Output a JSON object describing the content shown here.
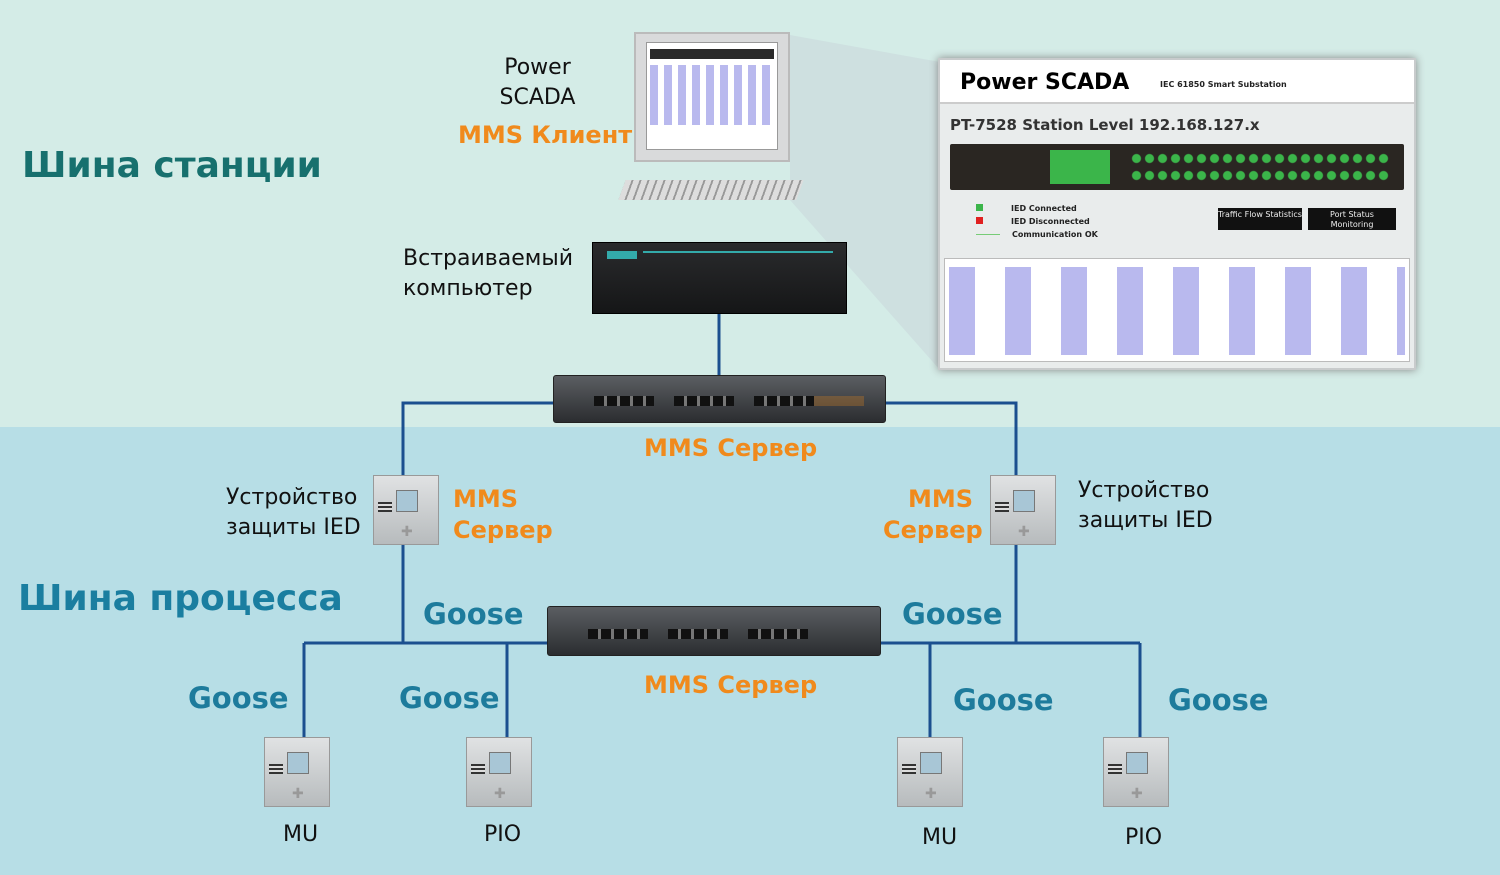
{
  "station_bus": {
    "title": "Шина станции",
    "color": "#17706e"
  },
  "process_bus": {
    "title": "Шина процесса",
    "color": "#1a7ea0"
  },
  "scada_client": {
    "line1": "Power",
    "line2": "SCADA",
    "role": "MMS Клиент"
  },
  "embedded_computer": {
    "line1": "Встраиваемый",
    "line2": "компьютер"
  },
  "station_switch": {
    "role": "MMS Сервер"
  },
  "process_switch": {
    "role": "MMS Сервер"
  },
  "ied_left": {
    "line1": "Устройство",
    "line2": "защиты IED",
    "role1": "MMS",
    "role2": "Сервер"
  },
  "ied_right": {
    "line1": "Устройство",
    "line2": "защиты IED",
    "role1": "MMS",
    "role2": "Сервер"
  },
  "goose_labels": [
    "Goose",
    "Goose",
    "Goose",
    "Goose",
    "Goose",
    "Goose"
  ],
  "end_devices": [
    "MU",
    "PIO",
    "MU",
    "PIO"
  ],
  "scada_screen": {
    "title": "Power SCADA",
    "subtitle": "IEC 61850 Smart Substation",
    "station": "PT-7528 Station Level 192.168.127.x",
    "legend": [
      "IED Connected",
      "IED Disconnected",
      "Communication OK"
    ],
    "buttons": [
      "Traffic Flow Statistics",
      "Port Status Monitoring"
    ]
  },
  "colors": {
    "orange": "#f08a1c",
    "goose": "#1d7b9c",
    "link": "#1b4f8f",
    "top_bg": "#d4ece7",
    "bottom_bg": "#b7dee6"
  }
}
